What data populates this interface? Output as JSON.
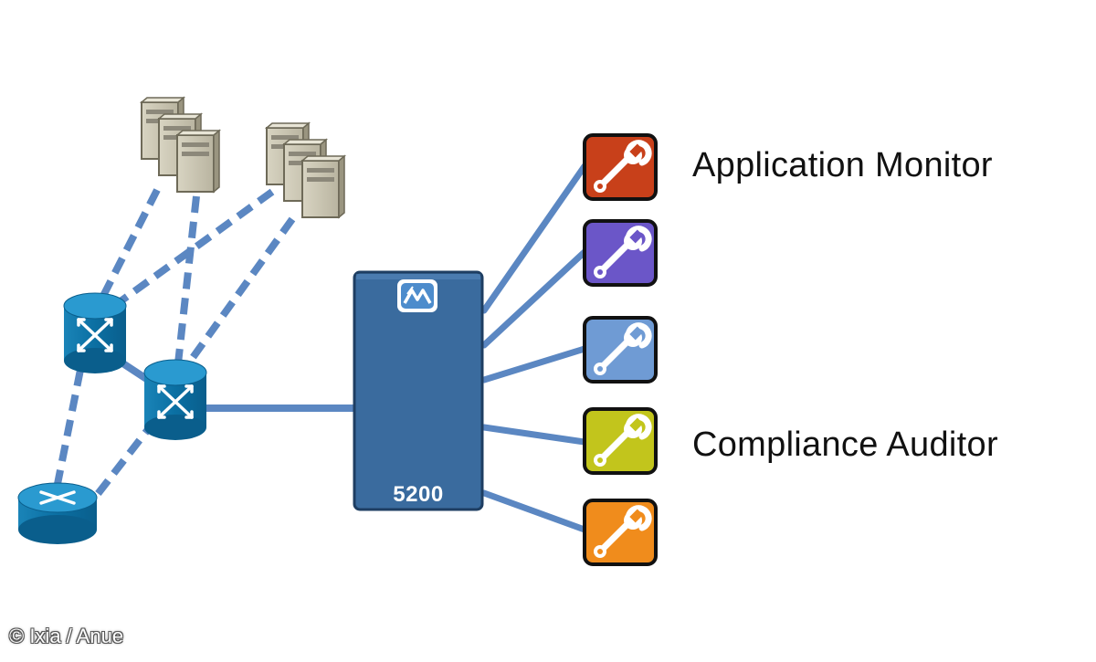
{
  "diagram": {
    "device": {
      "label": "5200",
      "logo": "anue-logo-icon",
      "color": "#3a6b9e"
    },
    "tools": [
      {
        "name": "tool-red",
        "color": "#c8401a"
      },
      {
        "name": "tool-purple",
        "color": "#6b56c8"
      },
      {
        "name": "tool-lightblue",
        "color": "#6f9bd4"
      },
      {
        "name": "tool-yellowgreen",
        "color": "#c2c51c"
      },
      {
        "name": "tool-orange",
        "color": "#f08c1c"
      }
    ],
    "labels": {
      "app_monitor": "Application Monitor",
      "compliance": "Compliance Auditor"
    },
    "link_color": "#5b87c2"
  },
  "copyright": "© Ixia / Anue"
}
